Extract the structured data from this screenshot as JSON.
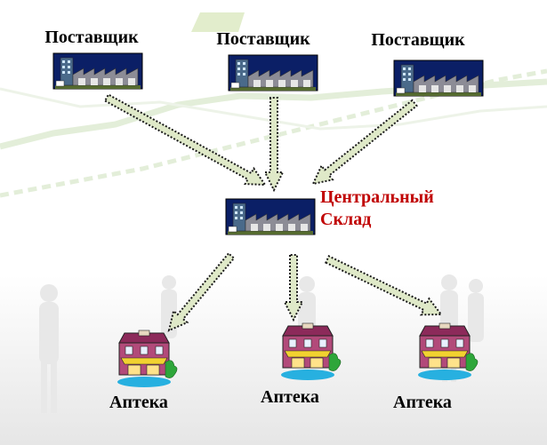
{
  "diagram": {
    "suppliers": [
      {
        "label": "Поставщик",
        "icon": "factory-icon"
      },
      {
        "label": "Поставщик",
        "icon": "factory-icon"
      },
      {
        "label": "Поставщик",
        "icon": "factory-icon"
      }
    ],
    "center": {
      "line1": "Центральный",
      "line2": "Склад",
      "icon": "factory-icon",
      "color": "#c00000"
    },
    "pharmacies": [
      {
        "label": "Аптека",
        "icon": "pharmacy-shop-icon"
      },
      {
        "label": "Аптека",
        "icon": "pharmacy-shop-icon"
      },
      {
        "label": "Аптека",
        "icon": "pharmacy-shop-icon"
      }
    ],
    "arrow_color": "#dfe9c8"
  }
}
